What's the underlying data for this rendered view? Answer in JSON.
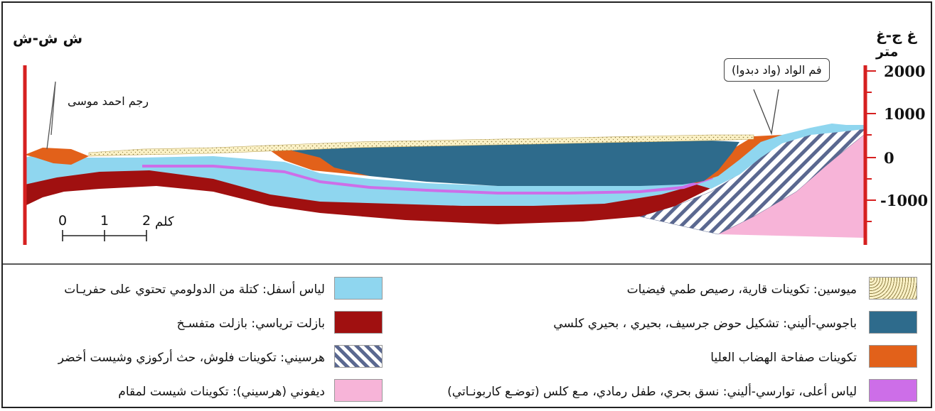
{
  "orientation": {
    "left": "ش ش-ش",
    "right": "غ ج-غ"
  },
  "axis": {
    "unit": "متر",
    "ticks": [
      "2000",
      "1000",
      "0",
      "-1000"
    ]
  },
  "annotations": {
    "peak": "رجم احمد موسى",
    "wadi": "فم الواد (واد دبدوا)"
  },
  "scale_bar": {
    "ticks": [
      "0",
      "1",
      "2"
    ],
    "unit": "كلم"
  },
  "colors": {
    "miocene": "#fbf1c6",
    "bajocian": "#2e6b8c",
    "hauts_plateaux": "#e2611a",
    "lias_lower": "#8fd6ef",
    "lias_upper": "#cd6ee8",
    "basalt": "#a01010",
    "hercynian": "#5a6890",
    "devonian": "#f7b4d8",
    "axis_red": "#d62020"
  },
  "legend": [
    {
      "label": "ميوسين: تكوينات قارية، رصيص طمي فيضيات",
      "pattern": "dots"
    },
    {
      "label": "لياس أسفل: كتلة من الدولومي تحتوي على حفريـات",
      "pattern": "solid"
    },
    {
      "label": "باجوسي-أليني: تشكيل حوض جرسيف، بحيري ، بحيري كلسي",
      "pattern": "solid"
    },
    {
      "label": "بازلت ترياسي: بازلت متفسـخ",
      "pattern": "solid"
    },
    {
      "label": "تكوينات صفاحة الهضاب العليا",
      "pattern": "solid"
    },
    {
      "label": "هرسيني: تكوينات فلوش، حث أركوزي وشيست أخضر",
      "pattern": "hatch"
    },
    {
      "label": "لياس أعلى، توارسي-أليني: نسق بحري، طفل رمادي، مـع كلس (توضـع كاربونـاتي)",
      "pattern": "solid"
    },
    {
      "label": "ديفوني (هرسيني): تكوينات شيست لمقام",
      "pattern": "solid"
    }
  ]
}
